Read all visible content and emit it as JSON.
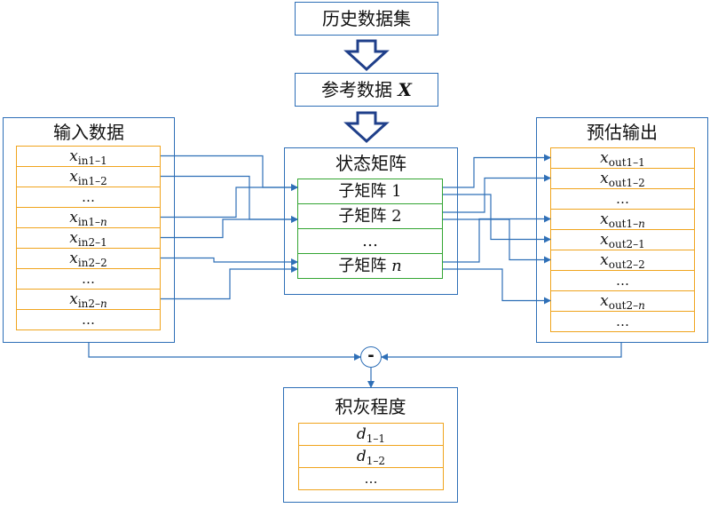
{
  "top": {
    "historical_dataset": "历史数据集",
    "reference_data": "参考数据",
    "reference_symbol": "X"
  },
  "input": {
    "title": "输入数据",
    "rows": [
      {
        "var": "x",
        "sub": "in1–1",
        "subitalic": ""
      },
      {
        "var": "x",
        "sub": "in1–2",
        "subitalic": ""
      },
      {
        "var": "",
        "text": "…"
      },
      {
        "var": "x",
        "sub": "in1–",
        "subitalic": "n"
      },
      {
        "var": "x",
        "sub": "in2–1",
        "subitalic": ""
      },
      {
        "var": "x",
        "sub": "in2–2",
        "subitalic": ""
      },
      {
        "var": "",
        "text": "…"
      },
      {
        "var": "x",
        "sub": "in2–",
        "subitalic": "n"
      },
      {
        "var": "",
        "text": "…"
      }
    ]
  },
  "state": {
    "title": "状态矩阵",
    "rows": [
      {
        "text": "子矩阵 1"
      },
      {
        "text": "子矩阵 2"
      },
      {
        "text": "…"
      },
      {
        "text": "子矩阵 ",
        "italic": "n"
      }
    ]
  },
  "output": {
    "title": "预估输出",
    "rows": [
      {
        "var": "x",
        "sub": "out1–1",
        "subitalic": ""
      },
      {
        "var": "x",
        "sub": "out1–2",
        "subitalic": ""
      },
      {
        "var": "",
        "text": "…"
      },
      {
        "var": "x",
        "sub": "out1–",
        "subitalic": "n"
      },
      {
        "var": "x",
        "sub": "out2–1",
        "subitalic": ""
      },
      {
        "var": "x",
        "sub": "out2–2",
        "subitalic": ""
      },
      {
        "var": "",
        "text": "…"
      },
      {
        "var": "x",
        "sub": "out2–",
        "subitalic": "n"
      },
      {
        "var": "",
        "text": "…"
      }
    ]
  },
  "operator": {
    "symbol": "-"
  },
  "ash": {
    "title": "积灰程度",
    "rows": [
      {
        "var": "d",
        "sub": "1–1",
        "subitalic": ""
      },
      {
        "var": "d",
        "sub": "1–2",
        "subitalic": ""
      },
      {
        "var": "",
        "text": "…"
      }
    ]
  },
  "colors": {
    "blue": "#2e6fb7",
    "orange": "#f0a41d",
    "green": "#33a532"
  }
}
